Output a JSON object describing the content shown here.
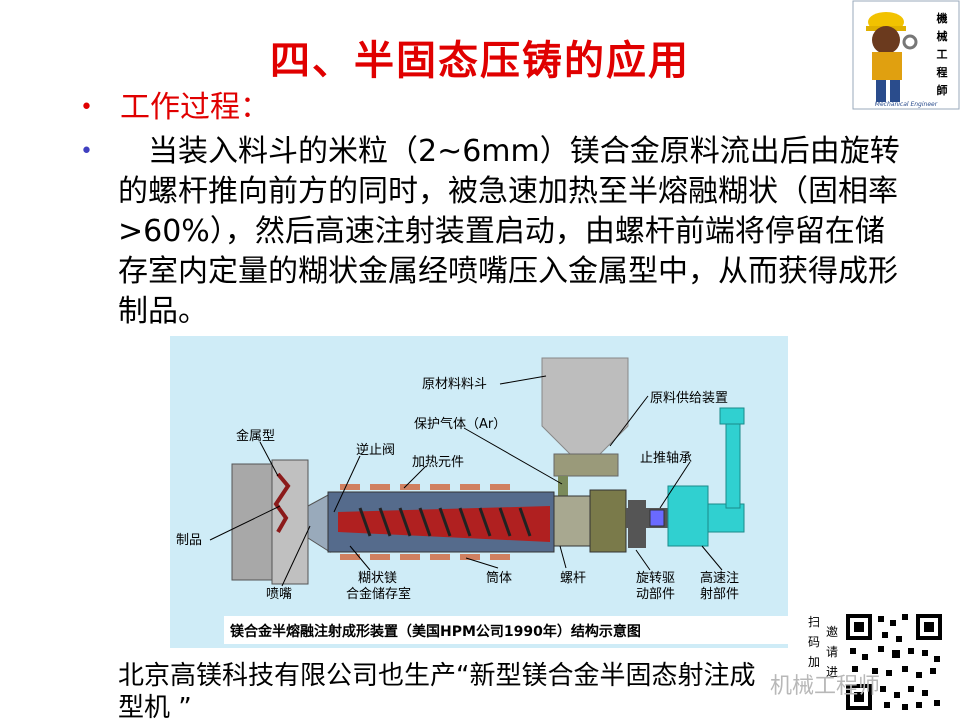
{
  "title": "四、半固态压铸的应用",
  "bullet1": {
    "marker": "•",
    "text": "工作过程："
  },
  "bullet2": {
    "marker": "•",
    "text": "当装入料斗的米粒（2~6mm）镁合金原料流出后由旋转的螺杆推向前方的同时，被急速加热至半熔融糊状（固相率>60%），然后高速注射装置启动，由螺杆前端将停留在储存室内定量的糊状金属经喷嘴压入金属型中，从而获得成形制品。"
  },
  "mascot": {
    "v1": "機",
    "v2": "械",
    "v3": "工",
    "v4": "程",
    "v5": "師",
    "en": "Mechanical Engineer"
  },
  "figure": {
    "labels": {
      "raw_hopper": "原材料料斗",
      "supply": "原料供给装置",
      "gas": "保护气体（Ar）",
      "thrust": "止推轴承",
      "mold": "金属型",
      "check_valve": "逆止阀",
      "heater": "加热元件",
      "product": "制品",
      "nozzle": "喷嘴",
      "storage1": "糊状镁",
      "storage2": "合金储存室",
      "barrel": "筒体",
      "screw": "螺杆",
      "rot1": "旋转驱",
      "rot2": "动部件",
      "hs1": "高速注",
      "hs2": "射部件"
    },
    "caption": "镁合金半熔融注射成形装置（美国HPM公司1990年）结构示意图"
  },
  "footer": "北京高镁科技有限公司也生产“新型镁合金半固态射注成型机 ”",
  "qr_side": {
    "c1a": "扫",
    "c1b": "码",
    "c1c": "加",
    "c2a": "邀",
    "c2b": "请",
    "c2c": "进"
  },
  "watermark": "机械工程师"
}
